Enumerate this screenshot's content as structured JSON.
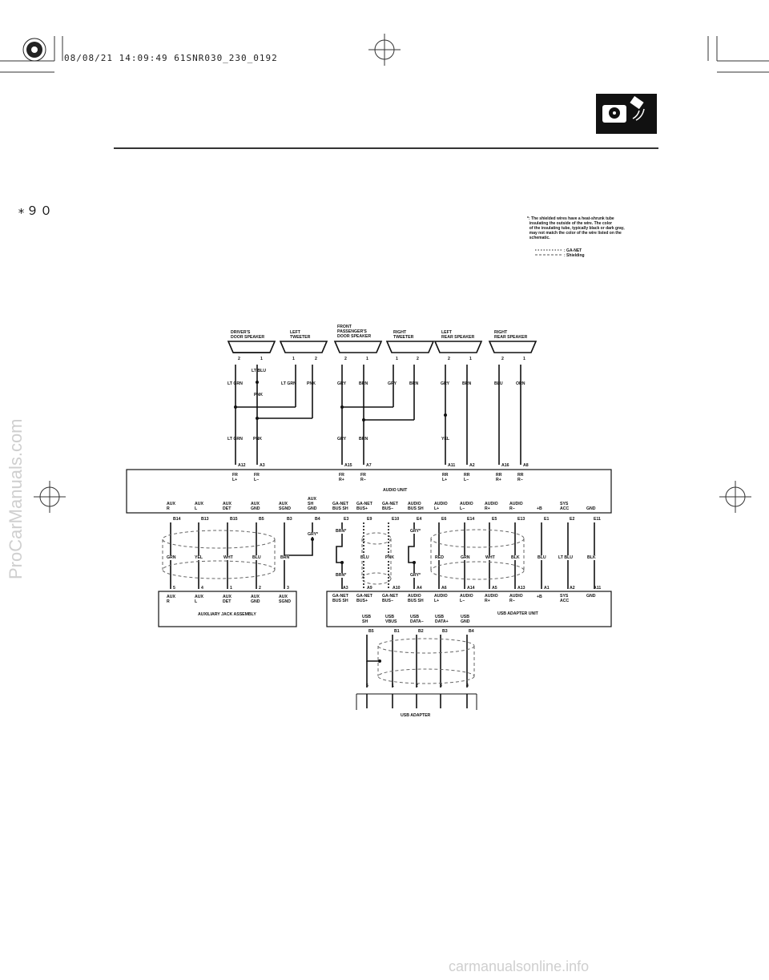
{
  "header": {
    "stamp": "08/08/21 14:09:49 61SNR030_230_0192",
    "page_number": "∗９０"
  },
  "watermarks": {
    "side": "ProCarManuals.com",
    "bottom": "carmanualsonline.info"
  },
  "icon": {
    "name": "audio-satellite-icon"
  },
  "note": {
    "marker": "*:",
    "text": "The shielded wires have a heat-shrunk tube\n  insulating the outside of the wire. The color\n  of the insulating tube, typically black or dark gray,\n  may not match the color of the wire listed on the\n  schematic."
  },
  "legend": {
    "ganet": ": GA-NET",
    "shield": ": Shielding"
  },
  "speakers": [
    {
      "name": "DRIVER'S\nDOOR SPEAKER",
      "pins": [
        "2",
        "1"
      ],
      "wires": [
        "LT GRN",
        "LT BLU"
      ]
    },
    {
      "name": "LEFT\nTWEETER",
      "pins": [
        "1",
        "2"
      ],
      "wires": [
        "LT GRN",
        "PNK"
      ]
    },
    {
      "name": "FRONT\nPASSENGER'S\nDOOR SPEAKER",
      "pins": [
        "2",
        "1"
      ],
      "wires": [
        "GRY",
        "BRN"
      ]
    },
    {
      "name": "RIGHT\nTWEETER",
      "pins": [
        "1",
        "2"
      ],
      "wires": [
        "GRY",
        "BRN"
      ]
    },
    {
      "name": "LEFT\nREAR SPEAKER",
      "pins": [
        "2",
        "1"
      ],
      "wires": [
        "GRY",
        "BRN"
      ]
    },
    {
      "name": "RIGHT\nREAR SPEAKER",
      "pins": [
        "2",
        "1"
      ],
      "wires": [
        "BLU",
        "ORN"
      ]
    }
  ],
  "mid_wires": {
    "pnk": "PNK",
    "lt_grn": "LT GRN",
    "pnk2": "PNK",
    "gry": "GRY",
    "brn": "BRN",
    "yel": "YEL"
  },
  "audio_unit": {
    "title": "AUDIO UNIT",
    "top_pins": [
      "A12",
      "A3",
      "A15",
      "A7",
      "A11",
      "A2",
      "A16",
      "A8"
    ],
    "top_labels": [
      "FR\nL+",
      "FR\nL−",
      "FR\nR+",
      "FR\nR−",
      "RR\nL+",
      "RR\nL−",
      "RR\nR+",
      "RR\nR−"
    ],
    "bottom_labels": [
      "AUX\nR",
      "AUX\nL",
      "AUX\nDET",
      "AUX\nGND",
      "AUX\nSGND",
      "AUX\nSH\nGND",
      "GA-NET\nBUS SH",
      "GA-NET\nBUS+",
      "GA-NET\nBUS−",
      "AUDIO\nBUS SH",
      "AUDIO\nL+",
      "AUDIO\nL−",
      "AUDIO\nR+",
      "AUDIO\nR−",
      "+B",
      "SYS\nACC",
      "GND"
    ],
    "bottom_pins": [
      "B14",
      "B13",
      "B15",
      "B5",
      "B3",
      "B4",
      "E3",
      "E9",
      "E10",
      "E4",
      "E6",
      "E14",
      "E5",
      "E13",
      "E1",
      "E2",
      "E11"
    ]
  },
  "wire_colors_lower": [
    "GRN",
    "YEL",
    "WHT",
    "BLU",
    "BRN",
    "GRY*",
    "BRN*",
    "BLU",
    "PNK",
    "GRY*",
    "RED",
    "GRN",
    "WHT",
    "BLK",
    "BLU",
    "LT BLU",
    "BLK"
  ],
  "aux_jack": {
    "title": "AUXILIARY JACK ASSEMBLY",
    "pins": [
      "5",
      "4",
      "1",
      "2",
      "3"
    ],
    "labels": [
      "AUX\nR",
      "AUX\nL",
      "AUX\nDET",
      "AUX\nGND",
      "AUX\nSGND"
    ]
  },
  "usb_unit": {
    "title": "USB ADAPTER UNIT",
    "top_pins": [
      "A3",
      "A9",
      "A10",
      "A4",
      "A6",
      "A14",
      "A5",
      "A13",
      "A1",
      "A2",
      "A11"
    ],
    "top_wires_left": [
      "BRN*",
      "GRY*"
    ],
    "labels": [
      "GA-NET\nBUS SH",
      "GA-NET\nBUS+",
      "GA-NET\nBUS−",
      "AUDIO\nBUS SH",
      "AUDIO\nL+",
      "AUDIO\nL−",
      "AUDIO\nR+",
      "AUDIO\nR−",
      "+B",
      "SYS\nACC",
      "GND"
    ],
    "usb_labels": [
      "USB\nSH",
      "USB\nVBUS",
      "USB\nDATA−",
      "USB\nDATA+",
      "USB\nGND"
    ],
    "bottom_pins": [
      "B5",
      "B1",
      "B2",
      "B3",
      "B4"
    ]
  },
  "usb_adapter": {
    "title": "USB ADAPTER",
    "pins": [
      "5",
      "1",
      "2",
      "3",
      "4"
    ]
  }
}
